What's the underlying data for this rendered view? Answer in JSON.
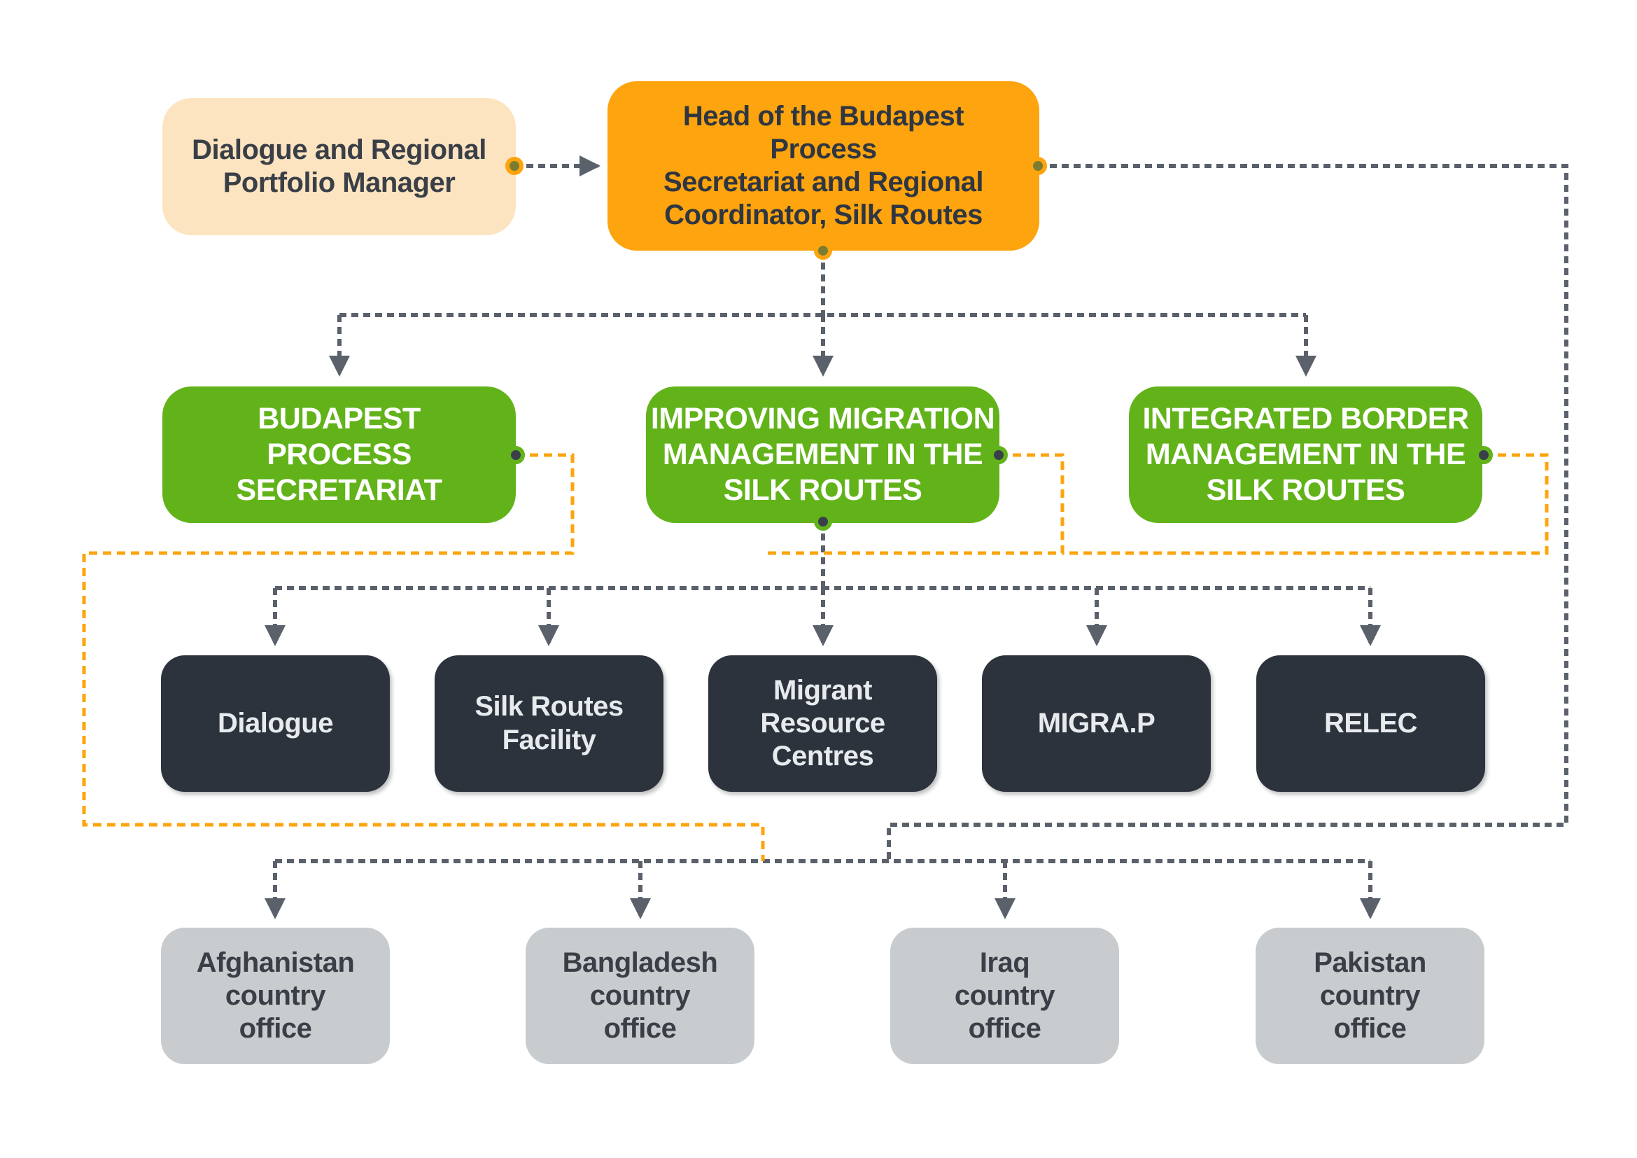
{
  "leader": {
    "label": "Dialogue and Regional\nPortfolio Manager"
  },
  "head": {
    "label": "Head of the Budapest Process\nSecretariat and Regional\nCoordinator, Silk Routes"
  },
  "programmes": [
    {
      "label": "BUDAPEST\nPROCESS\nSECRETARIAT"
    },
    {
      "label": "IMPROVING MIGRATION\nMANAGEMENT IN THE\nSILK ROUTES"
    },
    {
      "label": "INTEGRATED BORDER\nMANAGEMENT IN THE\nSILK ROUTES"
    }
  ],
  "projects": [
    {
      "label": "Dialogue"
    },
    {
      "label": "Silk Routes\nFacility"
    },
    {
      "label": "Migrant\nResource\nCentres"
    },
    {
      "label": "MIGRA.P"
    },
    {
      "label": "RELEC"
    }
  ],
  "country_offices": [
    {
      "label": "Afghanistan\ncountry\noffice"
    },
    {
      "label": "Bangladesh\ncountry\noffice"
    },
    {
      "label": "Iraq\ncountry\noffice"
    },
    {
      "label": "Pakistan\ncountry\noffice"
    }
  ],
  "colors": {
    "head": "#fda40e",
    "leader": "#fde4c0",
    "programme": "#62b31a",
    "project": "#2c333d",
    "country_office": "#c9ccce",
    "management_link": "#5a616b",
    "coordination_link": "#fda40e"
  }
}
